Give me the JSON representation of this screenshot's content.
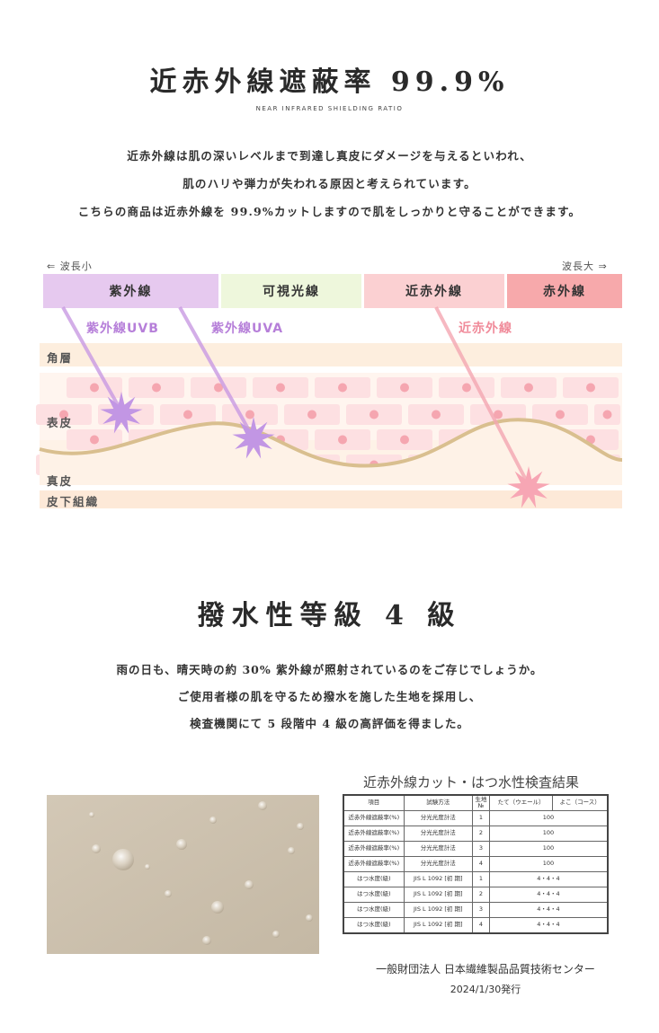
{
  "section1": {
    "title": "近赤外線遮蔽率 99.9%",
    "subtitle": "NEAR INFRARED SHIELDING RATIO",
    "lines": [
      "近赤外線は肌の深いレベルまで到達し真皮にダメージを与えるといわれ、",
      "肌のハリや弾力が失われる原因と考えられています。",
      "こちらの商品は近赤外線を 99.9%カットしますので肌をしっかりと守ることができます。"
    ]
  },
  "diagram": {
    "wavelength_short": "⇐ 波長小",
    "wavelength_long": "波長大 ⇒",
    "bands": [
      {
        "label": "紫外線",
        "color": "#e6c9ef"
      },
      {
        "label": "可視光線",
        "color": "#eef7dc"
      },
      {
        "label": "近赤外線",
        "color": "#fbd0d2"
      },
      {
        "label": "赤外線",
        "color": "#f7a9ab"
      }
    ],
    "rays": [
      {
        "label": "紫外線UVB",
        "color": "#b77fd6"
      },
      {
        "label": "紫外線UVA",
        "color": "#b77fd6"
      },
      {
        "label": "近赤外線",
        "color": "#f28d9a"
      }
    ],
    "layers": [
      "角層",
      "表皮",
      "真皮",
      "皮下組織"
    ]
  },
  "section2": {
    "title": "撥水性等級 4 級",
    "lines": [
      "雨の日も、晴天時の約 30% 紫外線が照射されているのをご存じでしょうか。",
      "ご使用者様の肌を守るため撥水を施した生地を採用し、",
      "検査機関にて 5 段階中 4 級の高評価を得ました。"
    ]
  },
  "results": {
    "title": "近赤外線カット・はつ水性検査結果",
    "headers": [
      "項目",
      "試験方法",
      "生地№",
      "たて（ウエール）",
      "よこ（コース）"
    ],
    "rows": [
      [
        "近赤外線遮蔽率(%)",
        "分光光度計法",
        "1",
        "100"
      ],
      [
        "近赤外線遮蔽率(%)",
        "分光光度計法",
        "2",
        "100"
      ],
      [
        "近赤外線遮蔽率(%)",
        "分光光度計法",
        "3",
        "100"
      ],
      [
        "近赤外線遮蔽率(%)",
        "分光光度計法",
        "4",
        "100"
      ],
      [
        "はつ水度(級)",
        "JIS L 1092 [初 期]",
        "1",
        "4・4・4"
      ],
      [
        "はつ水度(級)",
        "JIS L 1092 [初 期]",
        "2",
        "4・4・4"
      ],
      [
        "はつ水度(級)",
        "JIS L 1092 [初 期]",
        "3",
        "4・4・4"
      ],
      [
        "はつ水度(級)",
        "JIS L 1092 [初 期]",
        "4",
        "4・4・4"
      ]
    ],
    "issuer": "一般財団法人 日本繊維製品品質技術センター",
    "date": "2024/1/30発行"
  }
}
